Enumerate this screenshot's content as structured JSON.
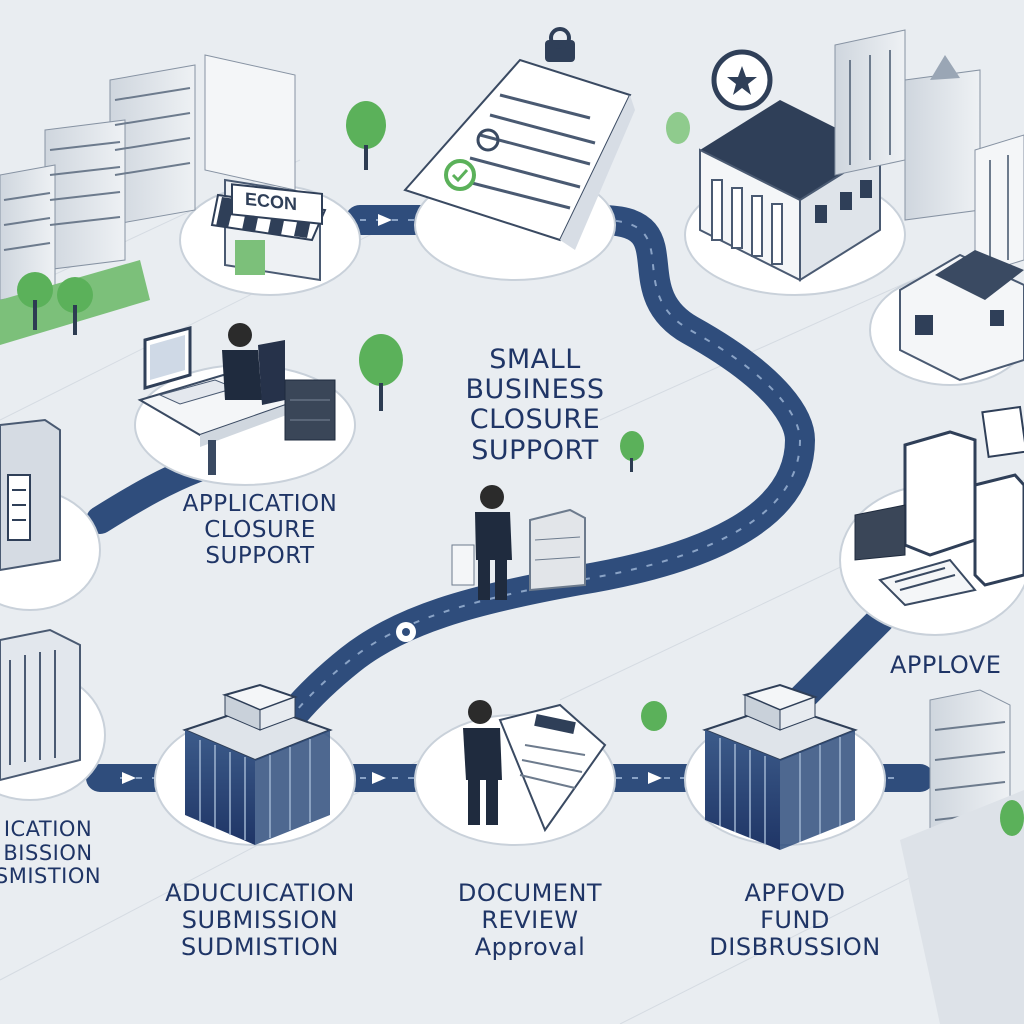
{
  "title": {
    "line1": "SMALL",
    "line2": "BUSINESS",
    "line3": "CLOSURE",
    "line4": "SUPPORT"
  },
  "labels": {
    "application_closure": {
      "line1": "APPLICATION",
      "line2": "CLOSURE",
      "line3": "SUPPORT"
    },
    "application_submission_left": {
      "line1": "ICATION",
      "line2": "BISSION",
      "line3": "SMISTION"
    },
    "adu": {
      "line1": "ADUCUICATION",
      "line2": "SUBMISSION",
      "line3": "SUDMISTION"
    },
    "document": {
      "line1": "DOCUMENT",
      "line2": "REVIEW",
      "line3": "Approval"
    },
    "fund": {
      "line1": "APFOVD",
      "line2": "FUND",
      "line3": "DISBRUSSION"
    },
    "approved": {
      "line1": "APPLOVE"
    }
  },
  "shop_sign": "ECON",
  "colors": {
    "background": "#e9edf1",
    "road": "#2f4d7c",
    "platform": "#ffffff",
    "text": "#1f3566",
    "tree": "#5bb15a"
  }
}
